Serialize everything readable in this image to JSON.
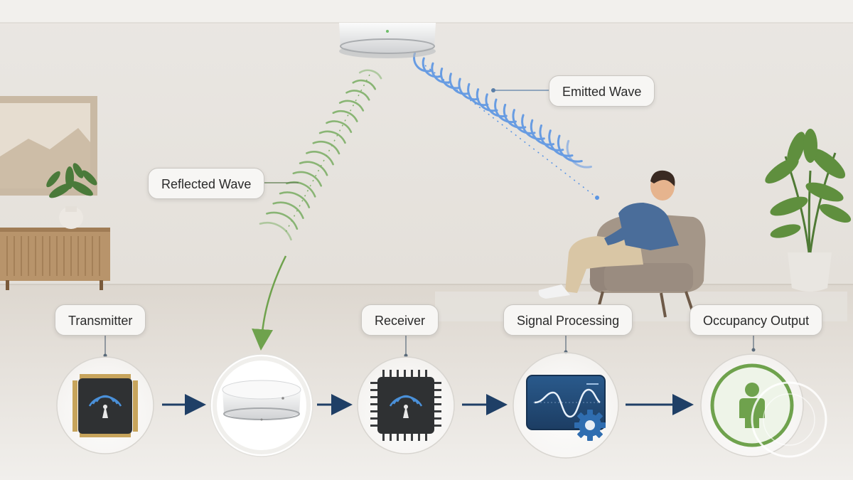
{
  "labels": {
    "reflected_wave": "Reflected Wave",
    "emitted_wave": "Emitted Wave",
    "transmitter": "Transmitter",
    "receiver": "Receiver",
    "signal_processing": "Signal Processing",
    "occupancy_output": "Occupancy Output"
  },
  "colors": {
    "emitted_wave": "#5b95e3",
    "reflected_wave": "#7fb069",
    "flow_arrow": "#1f3f66",
    "chip": "#2f3133",
    "occupancy_green": "#6fa24d"
  },
  "icons": [
    "radar-sensor-icon",
    "wifi-chip-icon",
    "waveform-display-icon",
    "gear-icon",
    "person-icon"
  ]
}
